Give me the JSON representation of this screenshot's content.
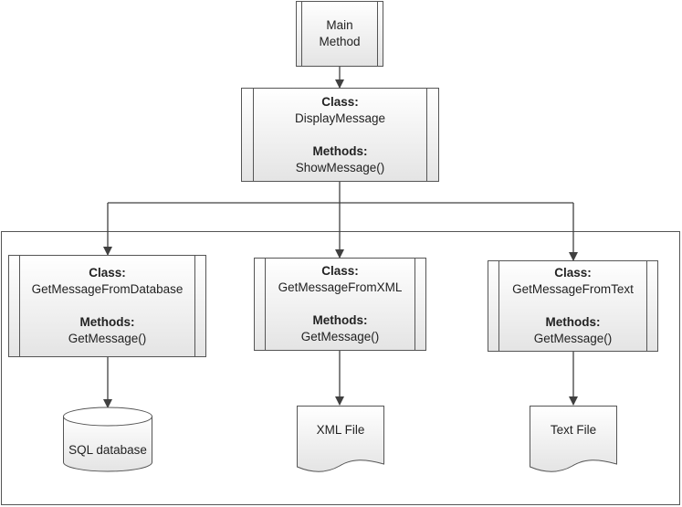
{
  "main": {
    "line1": "Main",
    "line2": "Method"
  },
  "display": {
    "class_label": "Class:",
    "class_name": "DisplayMessage",
    "methods_label": "Methods:",
    "method": "ShowMessage()"
  },
  "db_class": {
    "class_label": "Class:",
    "class_name": "GetMessageFromDatabase",
    "methods_label": "Methods:",
    "method": "GetMessage()"
  },
  "xml_class": {
    "class_label": "Class:",
    "class_name": "GetMessageFromXML",
    "methods_label": "Methods:",
    "method": "GetMessage()"
  },
  "text_class": {
    "class_label": "Class:",
    "class_name": "GetMessageFromText",
    "methods_label": "Methods:",
    "method": "GetMessage()"
  },
  "sql": {
    "label": "SQL database"
  },
  "xml_file": {
    "label": "XML File"
  },
  "text_file": {
    "label": "Text File"
  },
  "colors": {
    "stroke": "#555555",
    "fill_top": "#ffffff",
    "fill_bottom": "#e6e6e6"
  }
}
